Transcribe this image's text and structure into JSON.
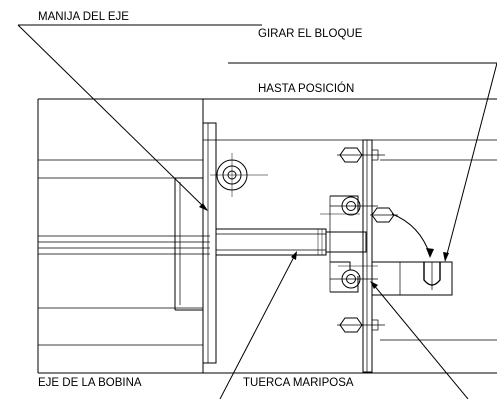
{
  "labels": {
    "shaft_handle": "MANIJA DEL EJE",
    "rotate_block_line1": "GIRAR EL BLOQUE",
    "rotate_block_line2": "HASTA POSICIÓN",
    "coil_shaft": "EJE DE LA BOBINA",
    "wing_nut": "TUERCA MARIPOSA"
  }
}
